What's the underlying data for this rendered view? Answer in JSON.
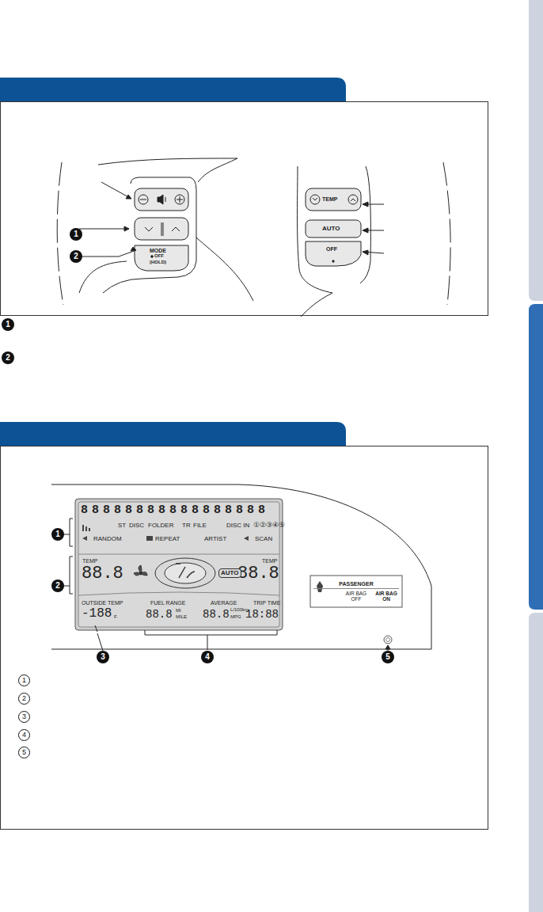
{
  "diagram": {
    "nodes": [
      {
        "text": [
          "PASSENGER",
          "AIR BAG OFF",
          "AIR BAG ON"
        ]
      },
      {
        "text": [
          "AUTO"
        ]
      }
    ],
    "labels": [
      "1",
      "2",
      "MODE",
      "OFF",
      "(HOLD)",
      "TEMP",
      "AUTO",
      "OFF",
      "1",
      "2",
      "88888888888888888",
      "ST",
      "DISC",
      "FOLDER",
      "TR",
      "FILE",
      "DISC IN",
      "①②③④⑤",
      "RANDOM",
      "REPEAT",
      "ARTIST",
      "SCAN",
      "TEMP",
      "88.8",
      "TEMP",
      "88.8",
      "OUTSIDE TEMP",
      "-188",
      "F",
      "FUEL RANGE",
      "88.8",
      "MI",
      "MILE",
      "AVERAGE",
      "88.8",
      "L/100km",
      "MPG",
      "TRIP TIME",
      "18:88",
      "1",
      "2",
      "3",
      "4",
      "5",
      "1",
      "2",
      "3",
      "4",
      "5"
    ]
  }
}
